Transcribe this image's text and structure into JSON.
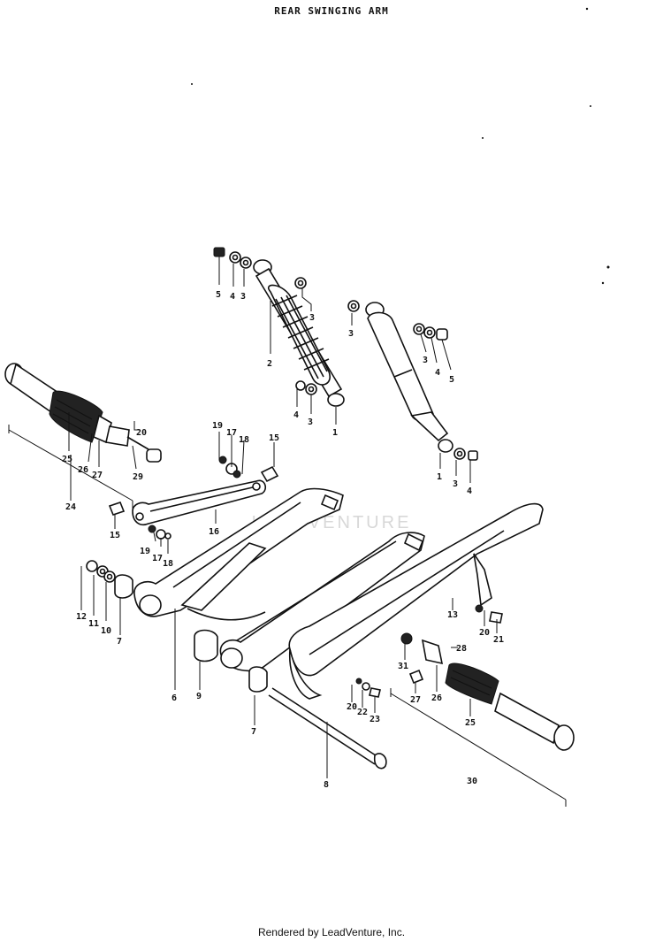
{
  "title": "REAR SWINGING ARM",
  "footer": "Rendered by LeadVenture, Inc.",
  "watermark": "LEADVENTURE",
  "labels": {
    "n5a": "5",
    "n4a": "4",
    "n3a": "3",
    "n3b": "3",
    "n2a": "2",
    "n4b": "4",
    "n3c": "3",
    "n1a": "1",
    "n3d": "3",
    "n3e": "3",
    "n4c": "4",
    "n5b": "5",
    "n1b": "1",
    "n3f": "3",
    "n4d": "4",
    "n20a": "20",
    "n25a": "25",
    "n26a": "26",
    "n27a": "27",
    "n29a": "29",
    "n24": "24",
    "n19a": "19",
    "n17a": "17",
    "n18a": "18",
    "n15a": "15",
    "n15b": "15",
    "n16": "16",
    "n19b": "19",
    "n17b": "17",
    "n18b": "18",
    "n12": "12",
    "n11": "11",
    "n10": "10",
    "n7a": "7",
    "n6": "6",
    "n9": "9",
    "n7b": "7",
    "n8": "8",
    "n13": "13",
    "n20b": "20",
    "n21a": "21",
    "n31": "31",
    "n28": "28",
    "n27b": "27",
    "n26b": "26",
    "n25b": "25",
    "n30": "30",
    "n20c": "20",
    "n22": "22",
    "n23": "23"
  }
}
